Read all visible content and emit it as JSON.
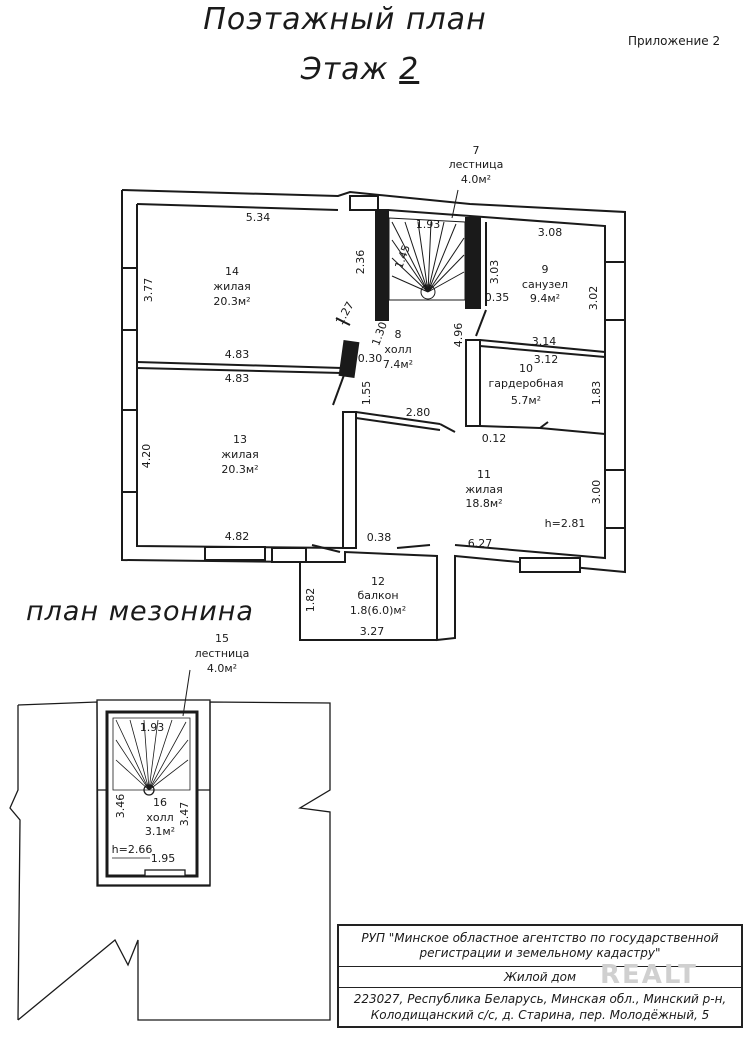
{
  "header": {
    "title": "Поэтажный план",
    "floor_prefix": "Этаж",
    "floor_number": "2",
    "appendix": "Приложение 2"
  },
  "floor2": {
    "rooms": [
      {
        "num": "7",
        "name": "лестница",
        "area": "4.0м²"
      },
      {
        "num": "8",
        "name": "холл",
        "area": "7.4м²"
      },
      {
        "num": "9",
        "name": "санузел",
        "area": "9.4м²"
      },
      {
        "num": "10",
        "name": "гардеробная",
        "area": "5.7м²"
      },
      {
        "num": "11",
        "name": "жилая",
        "area": "18.8м²"
      },
      {
        "num": "12",
        "name": "балкон",
        "area": "1.8(6.0)м²"
      },
      {
        "num": "13",
        "name": "жилая",
        "area": "20.3м²"
      },
      {
        "num": "14",
        "name": "жилая",
        "area": "20.3м²"
      }
    ],
    "dims": {
      "d534": "5.34",
      "d377": "3.77",
      "d236": "2.36",
      "d193": "1.93",
      "d145": "1.45",
      "d308": "3.08",
      "d303": "3.03",
      "d035": "0.35",
      "d302": "3.02",
      "d127": "1.27",
      "d130": "1.30",
      "d496": "4.96",
      "d314": "3.14",
      "d312": "3.12",
      "d483a": "4.83",
      "d030": "0.30",
      "d483b": "4.83",
      "d155": "1.55",
      "d183": "1.83",
      "d280": "2.80",
      "d012": "0.12",
      "d420": "4.20",
      "d300": "3.00",
      "h281": "h=2.81",
      "d482": "4.82",
      "d038": "0.38",
      "d627": "6.27",
      "d182": "1.82",
      "d327": "3.27"
    }
  },
  "mezzanine": {
    "title": "план мезонина",
    "rooms": [
      {
        "num": "15",
        "name": "лестница",
        "area": "4.0м²"
      },
      {
        "num": "16",
        "name": "холл",
        "area": "3.1м²"
      }
    ],
    "dims": {
      "d193": "1.93",
      "d346": "3.46",
      "d347": "3.47",
      "h266": "h=2.66",
      "d195": "1.95"
    }
  },
  "stamp": {
    "org_line1": "РУП \"Минское областное агентство по государственной",
    "org_line2": "регистрации и земельному кадастру\"",
    "object": "Жилой дом",
    "address_line1": "223027, Республика Беларусь, Минская обл., Минский р-н,",
    "address_line2": "Колодищанский с/с, д. Старина, пер. Молодёжный, 5"
  },
  "watermark": "REALT",
  "colors": {
    "ink": "#1a1a1a",
    "paper": "#ffffff"
  }
}
